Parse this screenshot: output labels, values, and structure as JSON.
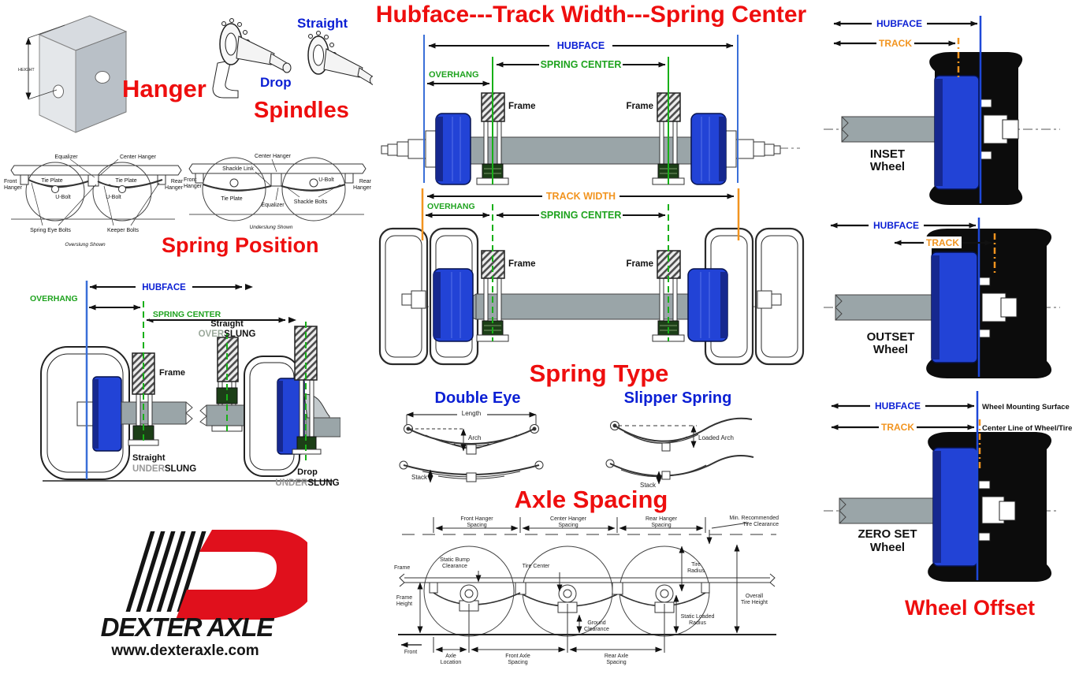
{
  "colors": {
    "title_red": "#ee0e0e",
    "label_blue": "#0b1fd4",
    "label_green": "#1fa31f",
    "label_orange": "#f2941f",
    "hub_blue": "#2243d6",
    "axle_gray": "#9aa5a8"
  },
  "hanger": {
    "title": "Hanger",
    "height": "HEIGHT"
  },
  "spindles": {
    "title": "Spindles",
    "straight": "Straight",
    "drop": "Drop"
  },
  "spring_position": {
    "title": "Spring Position",
    "overslung": {
      "equalizer": "Equalizer",
      "center_hanger": "Center Hanger",
      "front_hanger": [
        "Front",
        "Hanger"
      ],
      "rear_hanger": [
        "Rear",
        "Hanger"
      ],
      "tie_plate_left": "Tie Plate",
      "tie_plate_right": "Tie Plate",
      "u_bolt_left": "U-Bolt",
      "u_bolt_right": "U-Bolt",
      "spring_eye_bolts": "Spring Eye Bolts",
      "keeper_bolts": "Keeper Bolts",
      "caption": "Overslung Shown"
    },
    "underslung": {
      "center_hanger": "Center Hanger",
      "shackle_link": "Shackle Link",
      "front_hanger": [
        "Front",
        "Hanger"
      ],
      "rear_hanger": [
        "Rear",
        "Hanger"
      ],
      "u_bolt": "U-Bolt",
      "tie_plate": "Tie Plate",
      "equalizer": "Equalizer",
      "shackle_bolts": "Shackle Bolts",
      "caption": "Underslung Shown"
    }
  },
  "hubface_track": {
    "title": "Hubface---Track Width---Spring Center",
    "bare_axle": {
      "hubface": "HUBFACE",
      "spring_center": "SPRING CENTER",
      "overhang": "OVERHANG",
      "frame_left": "Frame",
      "frame_right": "Frame"
    },
    "wheeled_axle": {
      "track_width": "TRACK WIDTH",
      "spring_center": "SPRING CENTER",
      "overhang": "OVERHANG",
      "frame_left": "Frame",
      "frame_right": "Frame"
    }
  },
  "overhang_detail": {
    "overhang": "OVERHANG",
    "hubface": "HUBFACE",
    "spring_center": "SPRING CENTER",
    "frame": "Frame",
    "overslung": {
      "line1": "Straight",
      "prefix": "OVER",
      "suffix": "SLUNG"
    },
    "underslung": {
      "line1": "Straight",
      "prefix": "UNDER",
      "suffix": "SLUNG"
    },
    "drop_underslung": {
      "line1": "Drop",
      "prefix": "UNDER",
      "suffix": "SLUNG"
    }
  },
  "spring_type": {
    "title": "Spring Type",
    "double_eye": {
      "title": "Double Eye",
      "length": "Length",
      "arch": "Arch",
      "stack": "Stack"
    },
    "slipper": {
      "title": "Slipper Spring",
      "loaded_arch": "Loaded Arch",
      "stack": "Stack"
    }
  },
  "axle_spacing": {
    "title": "Axle Spacing",
    "front_hanger": [
      "Front Hanger",
      "Spacing"
    ],
    "center_hanger": [
      "Center Hanger",
      "Spacing"
    ],
    "rear_hanger": [
      "Rear Hanger",
      "Spacing"
    ],
    "min_clearance": [
      "Min. Recommended",
      "Tire Clearance"
    ],
    "frame": "Frame",
    "static_bump": [
      "Static Bump",
      "Clearance"
    ],
    "tire_center": "Tire Center",
    "tire_radius": [
      "Tire",
      "Radius"
    ],
    "frame_height": [
      "Frame",
      "Height"
    ],
    "overall_tire_height": [
      "Overall",
      "Tire Height"
    ],
    "ground_clearance": [
      "Ground",
      "Clearance"
    ],
    "static_loaded": [
      "Static Loaded",
      "Radius"
    ],
    "front": "Front",
    "axle_location": [
      "Axle",
      "Location"
    ],
    "front_axle": [
      "Front Axle",
      "Spacing"
    ],
    "rear_axle": [
      "Rear Axle",
      "Spacing"
    ]
  },
  "wheel_offset": {
    "title": "Wheel Offset",
    "inset": {
      "hubface": "HUBFACE",
      "track": "TRACK",
      "name": [
        "INSET",
        "Wheel"
      ]
    },
    "outset": {
      "hubface": "HUBFACE",
      "track": "TRACK",
      "name": [
        "OUTSET",
        "Wheel"
      ]
    },
    "zeroset": {
      "hubface": "HUBFACE",
      "track": "TRACK",
      "name": [
        "ZERO SET",
        "Wheel"
      ],
      "mounting_surface": "Wheel Mounting Surface",
      "center_line": "Center Line of Wheel/Tire"
    }
  },
  "logo": {
    "brand": "DEXTER AXLE",
    "url": "www.dexteraxle.com"
  }
}
